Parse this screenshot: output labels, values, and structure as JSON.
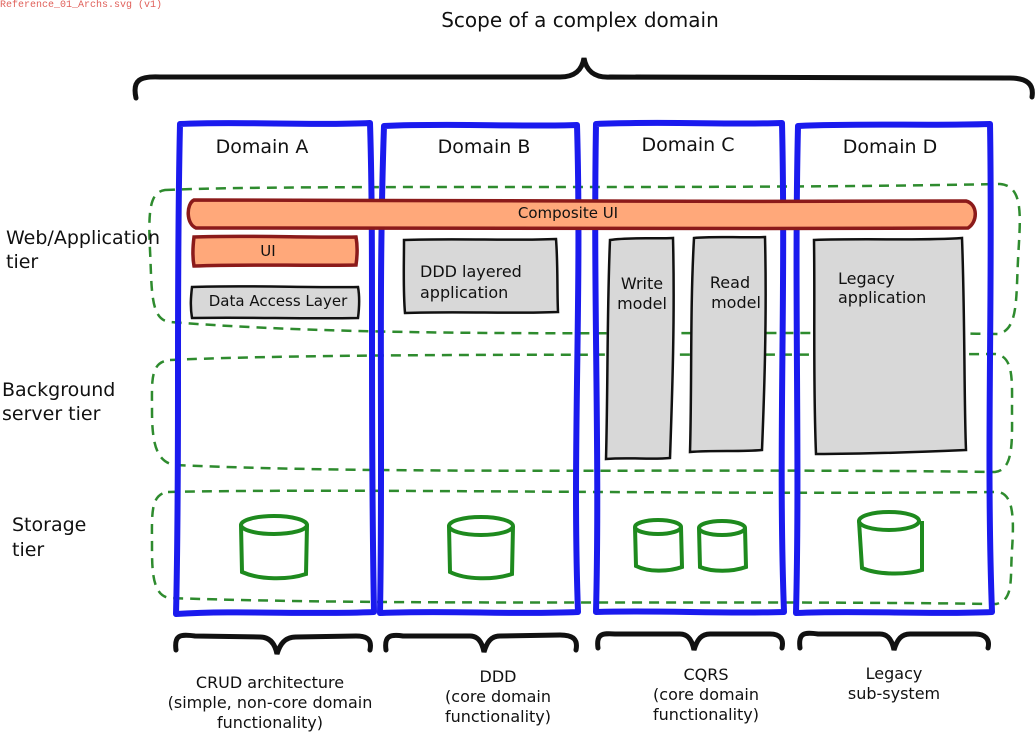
{
  "file_label": "Reference_01_Archs.svg (v1)",
  "title": "Scope of a complex domain",
  "tiers": [
    {
      "lines": [
        "Web/Application",
        "tier"
      ]
    },
    {
      "lines": [
        "Background",
        "server tier"
      ]
    },
    {
      "lines": [
        "Storage",
        "tier"
      ]
    }
  ],
  "domains": [
    {
      "name": "Domain A",
      "caption": [
        "CRUD architecture",
        "(simple, non-core domain",
        "functionality)"
      ]
    },
    {
      "name": "Domain B",
      "caption": [
        "DDD",
        "(core domain",
        "functionality)"
      ]
    },
    {
      "name": "Domain C",
      "caption": [
        "CQRS",
        "(core domain",
        "functionality)"
      ]
    },
    {
      "name": "Domain D",
      "caption": [
        "Legacy",
        "sub-system"
      ]
    }
  ],
  "components": {
    "composite_ui": "Composite UI",
    "ui": "UI",
    "data_access_layer": "Data Access Layer",
    "ddd_layered_app": [
      "DDD layered",
      "application"
    ],
    "write_model": [
      "Write",
      "model"
    ],
    "read_model": [
      "Read",
      "model"
    ],
    "legacy_app": [
      "Legacy",
      "application"
    ]
  },
  "colors": {
    "domain_border": "#1a1aee",
    "tier_border": "#2e8b2e",
    "composite_fill": "#ffa87a",
    "composite_border": "#8b1a1a",
    "component_fill": "#d8d8d8",
    "database_stroke": "#1e8a1e",
    "brace": "#111111"
  }
}
